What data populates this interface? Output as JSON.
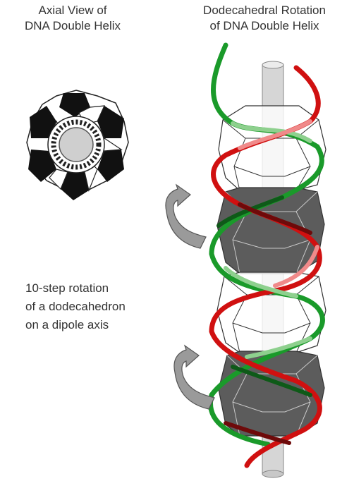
{
  "titles": {
    "axial_line1": "Axial View of",
    "axial_line2": "DNA Double Helix",
    "rotation_line1": "Dodecahedral Rotation",
    "rotation_line2": "of DNA Double Helix"
  },
  "description": {
    "line1": "10-step rotation",
    "line2": "of a dodecahedron",
    "line3": "on a dipole axis"
  },
  "colors": {
    "strand_green": "#1a9a2a",
    "strand_red": "#d01010",
    "strand_green_light": "#8ed08e",
    "strand_red_light": "#f08a8a",
    "dark_dodecahedron": "#5c5c5c",
    "axis_cylinder": "#d6d6d6",
    "arrow": "#9a9a9a"
  },
  "icons": {
    "axial_view": "axial-view-icon",
    "rotation_arrow": "curved-arrow-icon"
  }
}
